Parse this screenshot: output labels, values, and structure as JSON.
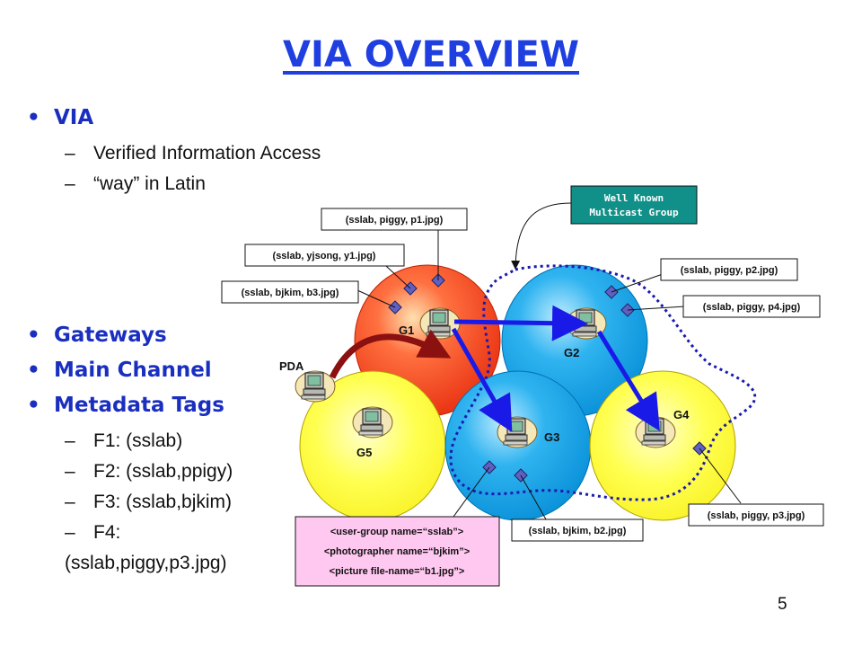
{
  "slide": {
    "title": "VIA OVERVIEW",
    "page_number": "5"
  },
  "bullets": {
    "b1": "VIA",
    "b1_sub1": "Verified Information Access",
    "b1_sub2": "“way” in Latin",
    "b2": "Gateways",
    "b3": "Main Channel",
    "b4": "Metadata Tags",
    "b4_sub1": "F1: (sslab)",
    "b4_sub2": "F2: (sslab,ppigy)",
    "b4_sub3": "F3: (sslab,bjkim)",
    "b4_sub4": "F4:",
    "b4_sub4_cont": "(sslab,piggy,p3.jpg)"
  },
  "diagram": {
    "groups": {
      "g1": "G1",
      "g2": "G2",
      "g3": "G3",
      "g4": "G4",
      "g5": "G5"
    },
    "pda_label": "PDA",
    "multicast_line1": "Well Known",
    "multicast_line2": "Multicast Group",
    "tags": {
      "p1": "(sslab, piggy, p1.jpg)",
      "y1": "(sslab, yjsong, y1.jpg)",
      "b3": "(sslab, bjkim, b3.jpg)",
      "p2": "(sslab, piggy, p2.jpg)",
      "p4": "(sslab, piggy, p4.jpg)",
      "b2": "(sslab, bjkim, b2.jpg)",
      "p3": "(sslab, piggy, p3.jpg)"
    },
    "metadata_lines": {
      "line1": "<user-group name=“sslab”>",
      "line2": "<photographer name=“bjkim”>",
      "line3": "<picture file-name=“b1.jpg”>"
    }
  },
  "colors": {
    "title": "#1f3fe0",
    "bullet": "#1a2fc0",
    "red_group": "#ff5030",
    "blue_group": "#18a0e8",
    "yellow_group": "#ffff40",
    "arrow_blue": "#1a1ae8",
    "arrow_dark_red": "#8b1010",
    "multicast_box": "#109088",
    "metadata_box": "#ffc8f0",
    "dotted_ring": "#1a1ab0"
  }
}
